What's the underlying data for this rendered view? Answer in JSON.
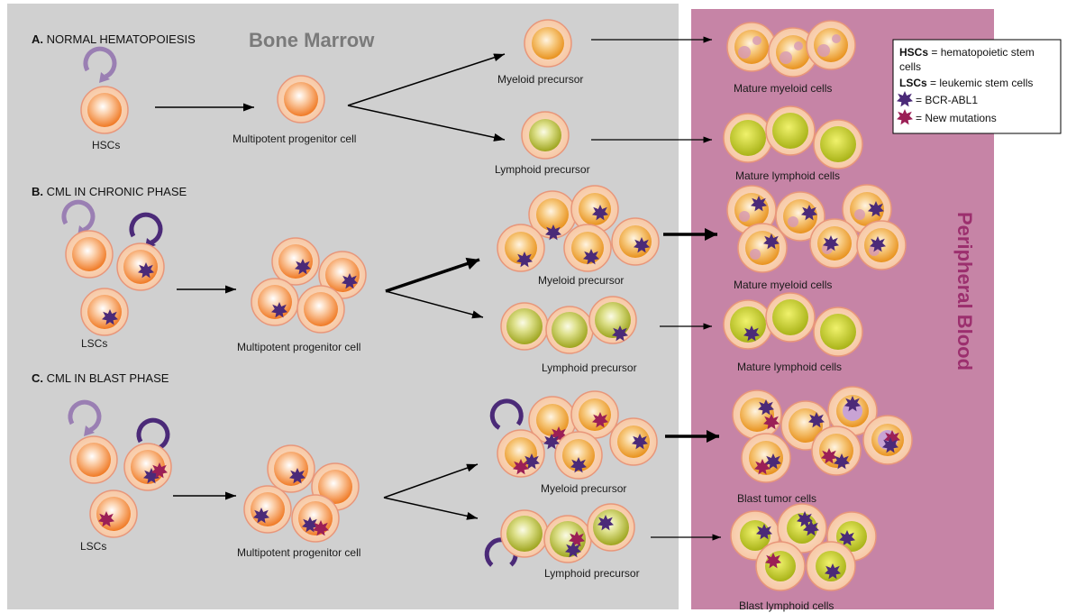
{
  "regions": {
    "bone_marrow": "Bone Marrow",
    "peripheral_blood": "Peripheral Blood"
  },
  "sections": {
    "a": {
      "letter": "A.",
      "title": "NORMAL HEMATOPOIESIS"
    },
    "b": {
      "letter": "B.",
      "title": "CML IN CHRONIC PHASE"
    },
    "c": {
      "letter": "C.",
      "title": "CML IN BLAST PHASE"
    }
  },
  "labels": {
    "a_stem": "HSCs",
    "a_mpp": "Multipotent progenitor cell",
    "a_myeloid": "Myeloid precursor",
    "a_lymphoid": "Lymphoid precursor",
    "a_mature_myeloid": "Mature myeloid cells",
    "a_mature_lymphoid": "Mature lymphoid cells",
    "b_stem": "LSCs",
    "b_mpp": "Multipotent progenitor cell",
    "b_myeloid": "Myeloid precursor",
    "b_lymphoid": "Lymphoid precursor",
    "b_mature_myeloid": "Mature myeloid cells",
    "b_mature_lymphoid": "Mature lymphoid cells",
    "c_stem": "LSCs",
    "c_mpp": "Multipotent progenitor cell",
    "c_myeloid": "Myeloid precursor",
    "c_lymphoid": "Lymphoid precursor",
    "c_blast_tumor": "Blast tumor cells",
    "c_blast_lymphoid": "Blast lymphoid cells"
  },
  "legend": {
    "hsc_abbr": "HSCs",
    "hsc_def_1": " = hematopoietic stem",
    "hsc_def_2": "cells",
    "lsc_abbr": "LSCs",
    "lsc_def": " = leukemic stem cells",
    "bcr_abl": "= BCR-ABL1",
    "new_mut": "= New mutations"
  },
  "colors": {
    "bone_marrow_bg": "#d0d0d0",
    "peripheral_blood_bg": "#c684a6",
    "stem_outer": "#fbd3b6",
    "stem_inner": "#f28b3c",
    "myeloid_inner": "#f1a94a",
    "lymphoid_inner": "#c9cc44",
    "cell_border": "#e8967a",
    "bcr_abl1": "#4b2a78",
    "new_mutation": "#9b1f56",
    "self_renewal_light": "#9a7fb3",
    "self_renewal_dark": "#4b2a78"
  },
  "icons": [
    "self-renewal-arrow-icon",
    "bcr-abl1-star-icon",
    "new-mutation-star-icon",
    "cell-icon"
  ]
}
